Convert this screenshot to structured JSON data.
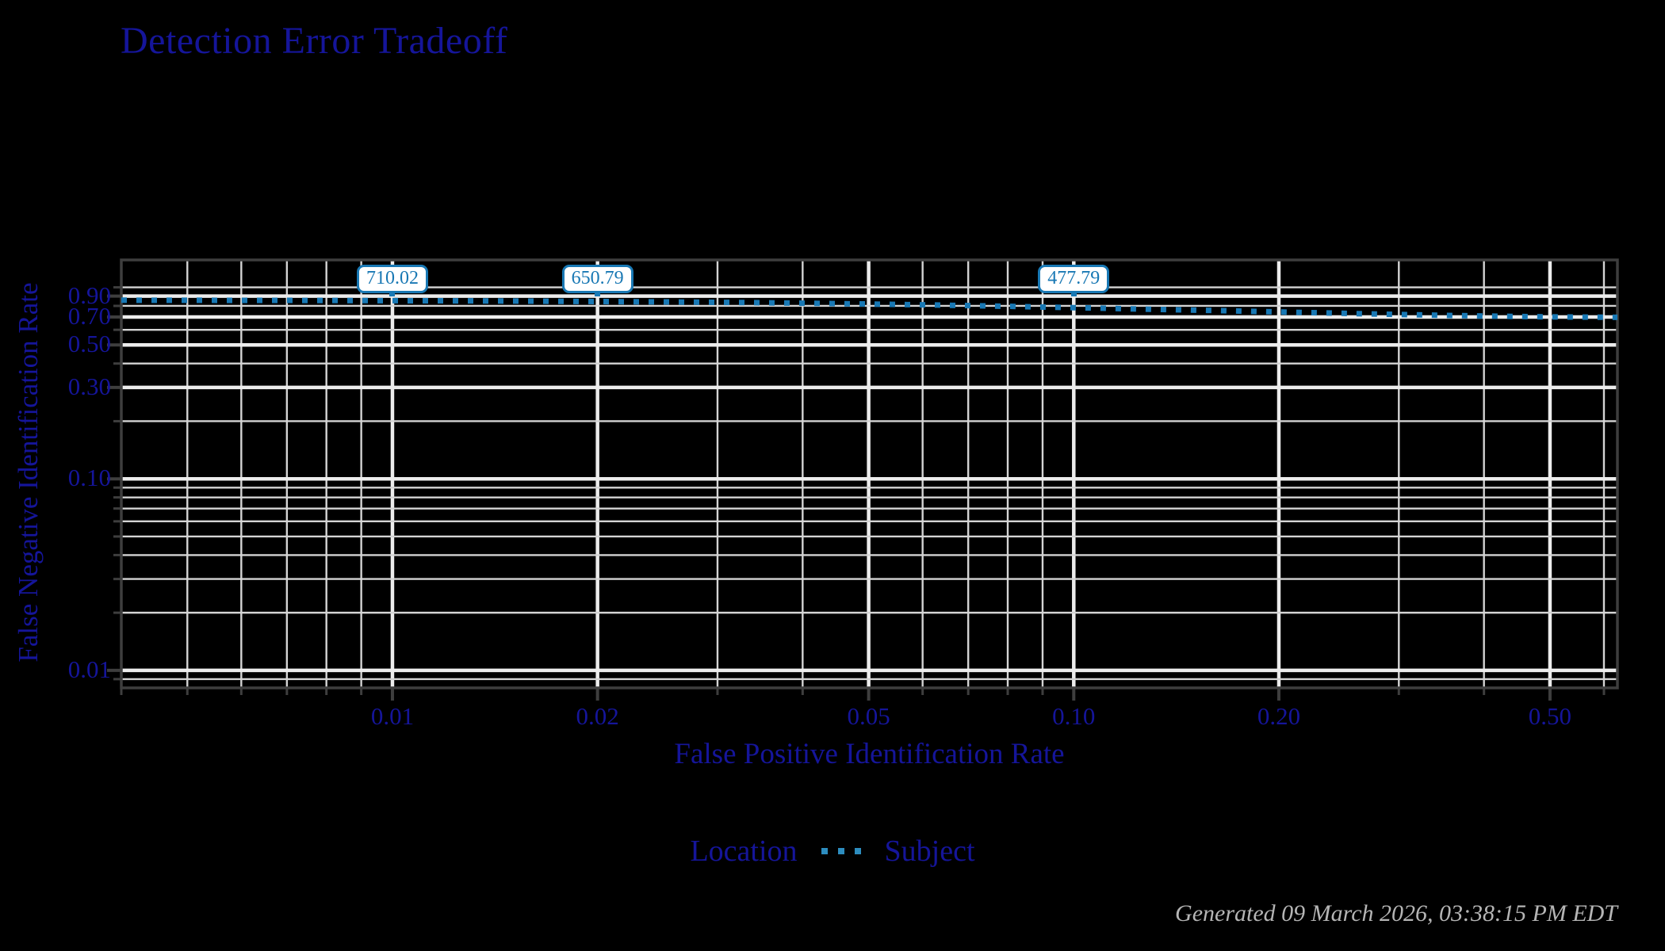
{
  "title": "Detection Error Tradeoff",
  "axes": {
    "x_label": "False Positive Identification Rate",
    "y_label": "False Negative Identification Rate"
  },
  "legend": {
    "title": "Location",
    "items": [
      {
        "label": "Subject",
        "line_style": "dotted",
        "color": "#2d8dbf"
      }
    ]
  },
  "footer": {
    "text": "Generated 09 March 2026, 03:38:15 PM EDT"
  },
  "colors": {
    "background": "#000000",
    "text_navy": "#15159a",
    "curve_blue": "#1878b4",
    "legend_dot_blue": "#2d8dbf",
    "grid_major": "#ececec",
    "grid_minor": "#d4d4d4",
    "spine": "#3e3e3e",
    "annotation_border": "#1878b4",
    "annotation_bg": "#ffffff",
    "footer_gray": "#b5b5b5"
  },
  "chart_data": {
    "type": "line",
    "title": "Detection Error Tradeoff",
    "xlabel": "False Positive Identification Rate",
    "ylabel": "False Negative Identification Rate",
    "xscale": "log",
    "yscale": "log",
    "xlim": [
      0.004,
      0.628
    ],
    "ylim": [
      0.0081,
      1.39
    ],
    "grid": true,
    "legend_position": "bottom",
    "x_ticks": [
      {
        "value": 0.01,
        "label": "0.01"
      },
      {
        "value": 0.02,
        "label": "0.02"
      },
      {
        "value": 0.05,
        "label": "0.05"
      },
      {
        "value": 0.1,
        "label": "0.10"
      },
      {
        "value": 0.2,
        "label": "0.20"
      },
      {
        "value": 0.5,
        "label": "0.50"
      }
    ],
    "y_ticks": [
      {
        "value": 0.9,
        "label": "0.90"
      },
      {
        "value": 0.7,
        "label": "0.70"
      },
      {
        "value": 0.5,
        "label": "0.50"
      },
      {
        "value": 0.3,
        "label": "0.30"
      },
      {
        "value": 0.1,
        "label": "0.10"
      },
      {
        "value": 0.01,
        "label": "0.01"
      }
    ],
    "series": [
      {
        "name": "Subject",
        "line_style": "dotted",
        "color": "#1878b4",
        "x": [
          0.004,
          0.005,
          0.0063,
          0.008,
          0.01,
          0.0126,
          0.016,
          0.02,
          0.025,
          0.032,
          0.04,
          0.05,
          0.063,
          0.08,
          0.1,
          0.126,
          0.16,
          0.2,
          0.25,
          0.32,
          0.4,
          0.5,
          0.628
        ],
        "y": [
          0.857,
          0.856,
          0.855,
          0.854,
          0.852,
          0.85,
          0.847,
          0.843,
          0.839,
          0.833,
          0.826,
          0.818,
          0.808,
          0.796,
          0.783,
          0.77,
          0.757,
          0.744,
          0.731,
          0.718,
          0.708,
          0.701,
          0.697
        ]
      }
    ],
    "annotations": [
      {
        "label": "710.02",
        "x": 0.01
      },
      {
        "label": "650.79",
        "x": 0.02
      },
      {
        "label": "477.79",
        "x": 0.1
      }
    ]
  }
}
